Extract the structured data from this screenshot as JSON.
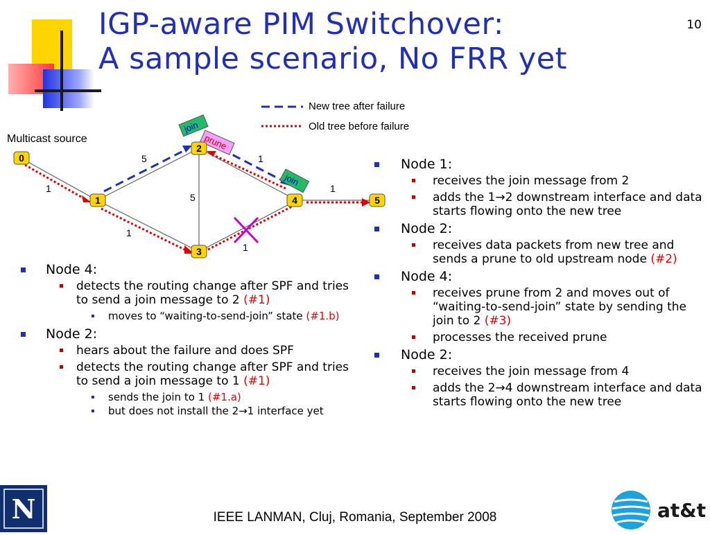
{
  "slide": {
    "title_line1": "IGP-aware PIM Switchover:",
    "title_line2": "A sample scenario, No FRR yet",
    "page_number": "10",
    "footer": "IEEE LANMAN, Cluj, Romania, September 2008",
    "colors": {
      "title": "#1f2fb8",
      "new_tree": "#1f2fb8",
      "old_tree": "#e00000",
      "node": "#ffd500",
      "msg_box": "#22bb66",
      "highlight": "#ee0000"
    }
  },
  "legend": {
    "new_tree": "New tree after failure",
    "old_tree": "Old tree before failure"
  },
  "diagram": {
    "source_label": "Multicast source",
    "nodes": {
      "n0": "0",
      "n1": "1",
      "n2": "2",
      "n3": "3",
      "n4": "4",
      "n5": "5"
    },
    "weights": {
      "w01": "1",
      "w12": "5",
      "w24": "1",
      "w23": "5",
      "w13": "1",
      "w34": "1",
      "w45": "1"
    },
    "messages": {
      "join_top": "join",
      "prune": "prune",
      "join_right": "join"
    },
    "failure_icon": "red-cross-icon"
  },
  "left": {
    "node4": {
      "label": "Node 4:",
      "items": [
        {
          "text": "detects the routing change after SPF and tries to send a join message to 2",
          "ref": "(#1)"
        }
      ],
      "sub": [
        {
          "text": "moves to “waiting-to-send-join” state",
          "ref": "(#1.b)"
        }
      ]
    },
    "node2": {
      "label": "Node 2:",
      "item1": "hears about the failure and does SPF",
      "item2": {
        "text": "detects the routing change after SPF and tries to send a join message to 1",
        "ref": "(#1)"
      },
      "sub1": {
        "text": "sends the join to 1",
        "ref": "(#1.a)"
      },
      "sub2": "but does not install the 2→1 interface yet"
    }
  },
  "right": {
    "node1": {
      "label": "Node 1:",
      "item1": "receives the join message from 2",
      "item2": "adds the 1→2 downstream interface and data starts flowing onto the new tree"
    },
    "node2a": {
      "label": "Node 2:",
      "item1": {
        "text": "receives data packets from new tree and sends a prune to old upstream node",
        "ref": "(#2)"
      }
    },
    "node4": {
      "label": "Node 4:",
      "item1": {
        "text": "receives prune from 2 and moves out of “waiting-to-send-join” state by sending the join to 2",
        "ref": "(#3)"
      },
      "item2": "processes the received prune"
    },
    "node2b": {
      "label": "Node 2:",
      "item1": "receives the join message from 4",
      "item2": "adds the 2→4 downstream interface and data starts flowing onto the new tree"
    }
  },
  "logos": {
    "left_logo": "N",
    "right_logo": "at&t"
  }
}
